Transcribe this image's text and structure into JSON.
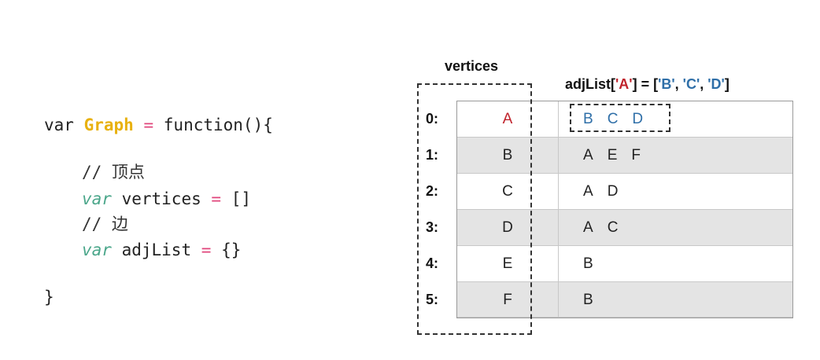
{
  "code": {
    "line1": {
      "kw": "var",
      "name": "Graph",
      "eq": "=",
      "rest": "function(){"
    },
    "line2": {
      "comment": "// 顶点"
    },
    "line3": {
      "kw": "var",
      "name": "vertices",
      "eq": "=",
      "rest": "[]"
    },
    "line4": {
      "comment": "// 边"
    },
    "line5": {
      "kw": "var",
      "name": "adjList",
      "eq": "=",
      "rest": "{}"
    },
    "line6": {
      "close": "}"
    }
  },
  "diagram": {
    "vertices_title": "vertices",
    "adj_title": {
      "prefix": "adjList[",
      "key": "'A'",
      "mid": "] = [",
      "v1": "'B'",
      "sep1": ", ",
      "v2": "'C'",
      "sep2": ", ",
      "v3": "'D'",
      "suffix": "]"
    },
    "rows": [
      {
        "index": "0:",
        "vertex": "A",
        "neighbors": [
          "B",
          "C",
          "D"
        ]
      },
      {
        "index": "1:",
        "vertex": "B",
        "neighbors": [
          "A",
          "E",
          "F"
        ]
      },
      {
        "index": "2:",
        "vertex": "C",
        "neighbors": [
          "A",
          "D"
        ]
      },
      {
        "index": "3:",
        "vertex": "D",
        "neighbors": [
          "A",
          "C"
        ]
      },
      {
        "index": "4:",
        "vertex": "E",
        "neighbors": [
          "B"
        ]
      },
      {
        "index": "5:",
        "vertex": "F",
        "neighbors": [
          "B"
        ]
      }
    ],
    "colors": {
      "highlight_red": "#c0232c",
      "highlight_blue": "#2f6fa8",
      "row_alt": "#e4e4e4"
    }
  }
}
